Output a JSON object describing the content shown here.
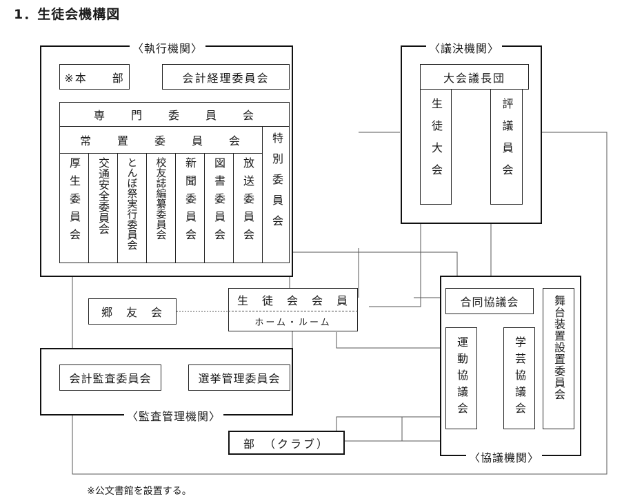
{
  "title": "1．生徒会機構図",
  "note": "※公文書館を設置する。",
  "executive": {
    "label": "〈執行機関〉",
    "honbu": "※本　　部",
    "kaikei": "会計経理委員会",
    "senmon": "専　　門　　委　　員　　会",
    "jochi": "常　　置　　委　　員　　会",
    "tokubetsu": "特別委員会",
    "committees": [
      "厚生委員会",
      "交通安全委員会",
      "とんぼ祭実行委員会",
      "校友誌編纂委員会",
      "新聞委員会",
      "図書委員会",
      "放送委員会"
    ]
  },
  "legislative": {
    "label": "〈議決機関〉",
    "gicho": "大会議長団",
    "seito_taikai": "生徒大会",
    "hyogiin": "評議員会"
  },
  "members": {
    "top": "生　徒　会　会　員",
    "bottom": "ホーム・ルーム"
  },
  "kyoyukai": "郷　友　会",
  "audit": {
    "label": "〈監査管理機関〉",
    "kansa": "会計監査委員会",
    "senkyo": "選挙管理委員会"
  },
  "council": {
    "label": "〈協議機関〉",
    "godo": "合同協議会",
    "undo": "運動協議会",
    "gakugei": "学芸協議会",
    "butai": "舞台装置設置委員会"
  },
  "club": "部　（クラブ）"
}
